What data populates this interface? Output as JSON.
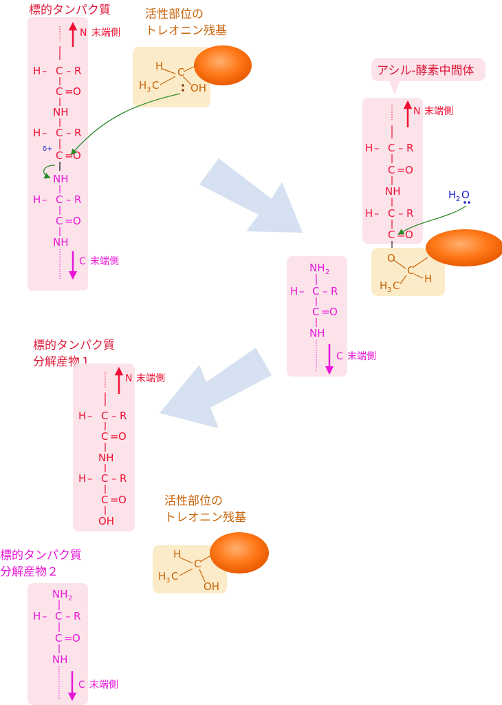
{
  "colors": {
    "protein_bg": "#fce3ea",
    "residue_bg": "#fcebc8",
    "enzyme_fill": "#ff7a1a",
    "n_side": "#ee1133",
    "c_side": "#e816d8",
    "threonine": "#c8640a",
    "water": "#1a22cc",
    "green_arrow": "#2a8a2a",
    "big_arrow": "#d5e0f0"
  },
  "labels": {
    "target_protein": "標的タンパク質",
    "active_site_1": "活性部位の",
    "active_site_2": "トレオニン残基",
    "acyl_intermediate": "アシル-酵素中間体",
    "product1_line1": "標的タンパク質",
    "product1_line2": "分解産物１",
    "product2_line1": "標的タンパク質",
    "product2_line2": "分解産物２",
    "active_site_b1": "活性部位の",
    "active_site_b2": "トレオニン残基"
  },
  "ends": {
    "n_term": "末端側",
    "c_term": "末端側",
    "n": "N",
    "c": "C"
  },
  "atoms": {
    "H": "H",
    "C": "C",
    "R": "R",
    "O": "O",
    "NH": "NH",
    "OH": "OH",
    "H3": "H",
    "sub3": "3",
    "NH2": "NH",
    "sub2": "2",
    "H2O_H": "H",
    "H2O_2": "2",
    "H2O_O": "O",
    "delta": "δ+",
    "dash": "–",
    "dbl": "=",
    "vdot": "⋮"
  }
}
